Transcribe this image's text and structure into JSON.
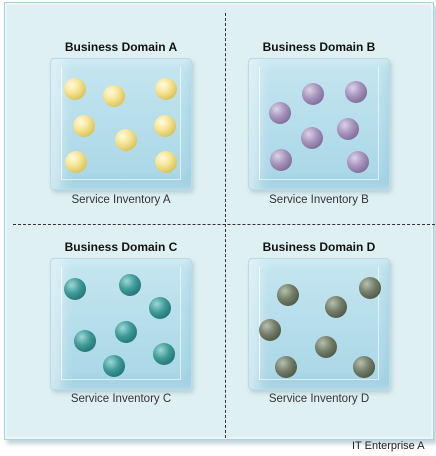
{
  "enterprise": {
    "label": "IT Enterprise A"
  },
  "domains": [
    {
      "title": "Business Domain A",
      "inventory_label": "Service Inventory A",
      "ball_color": "#e8d77a"
    },
    {
      "title": "Business Domain B",
      "inventory_label": "Service Inventory B",
      "ball_color": "#9080a8"
    },
    {
      "title": "Business Domain C",
      "inventory_label": "Service Inventory C",
      "ball_color": "#2f8886"
    },
    {
      "title": "Business Domain D",
      "inventory_label": "Service Inventory D",
      "ball_color": "#5f6956"
    }
  ]
}
